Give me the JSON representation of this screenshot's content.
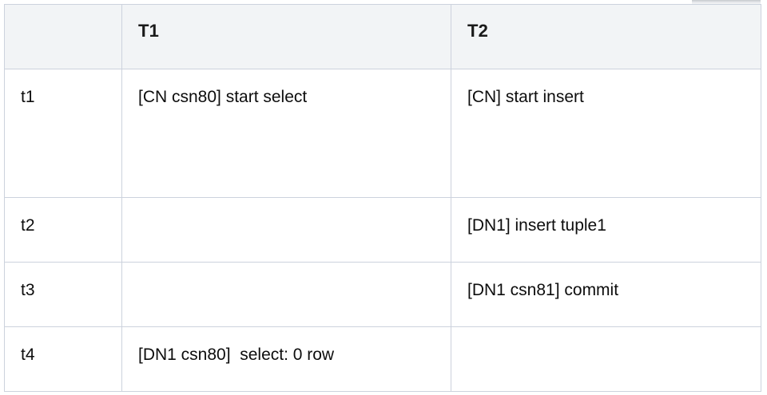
{
  "table": {
    "columns": [
      {
        "key": "time",
        "label": ""
      },
      {
        "key": "t1",
        "label": "T1"
      },
      {
        "key": "t2",
        "label": "T2"
      }
    ],
    "rows": [
      {
        "time": "t1",
        "t1": "[CN csn80] start select",
        "t2": "[CN] start insert"
      },
      {
        "time": "t2",
        "t1": "",
        "t2": "[DN1] insert tuple1"
      },
      {
        "time": "t3",
        "t1": "",
        "t2": "[DN1 csn81] commit"
      },
      {
        "time": "t4",
        "t1": "[DN1 csn80]  select: 0 row",
        "t2": ""
      }
    ]
  },
  "style": {
    "header_background": "#f2f4f6",
    "border_color": "#ccd2dd",
    "header_text_color": "#1a1a1a",
    "body_text_color": "#0d0d0d",
    "cell_background": "#ffffff"
  }
}
